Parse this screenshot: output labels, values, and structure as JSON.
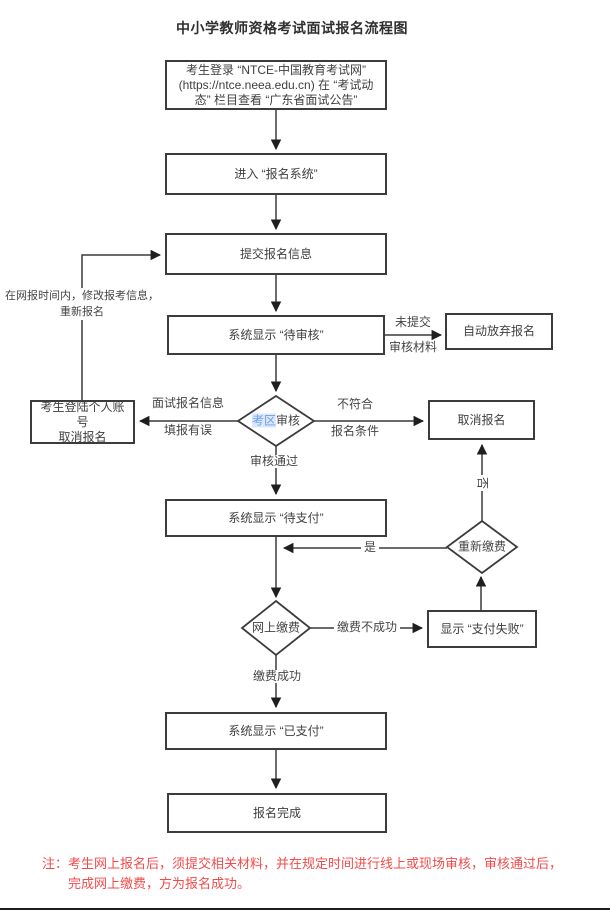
{
  "title": "中小学教师资格考试面试报名流程图",
  "boxes": {
    "login": "考生登录 “NTCE-中国教育考试网” (https://ntce.neea.edu.cn) 在 “考试动态” 栏目查看 “广东省面试公告”",
    "enter_system": "进入 “报名系统”",
    "submit_info": "提交报名信息",
    "pending_review": "系统显示 “待审核”",
    "auto_abandon": "自动放弃报名",
    "cancel_account_line1": "考生登陆个人账号",
    "cancel_account_line2": "取消报名",
    "cancel_signup": "取消报名",
    "pending_pay": "系统显示 “待支付”",
    "pay_failed": "显示 “支付失败”",
    "paid": "系统显示 “已支付”",
    "done": "报名完成"
  },
  "diamonds": {
    "review_highlight": "考区",
    "review_rest": "审核",
    "online_pay": "网上缴费",
    "repay": "重新缴费"
  },
  "edges": {
    "not_submitted_1": "未提交",
    "not_submitted_2": "审核材料",
    "info_error_1": "面试报名信息",
    "info_error_2": "填报有误",
    "not_qualified_1": "不符合",
    "not_qualified_2": "报名条件",
    "approved": "审核通过",
    "modify_1": "在网报时间内，修改报考信息，",
    "modify_2": "重新报名",
    "yes": "是",
    "no": "否",
    "pay_fail": "缴费不成功",
    "pay_success": "缴费成功"
  },
  "note": {
    "line1": "注：考生网上报名后，须提交相关材料，并在规定时间进行线上或现场审核，审核通过后，",
    "line2": "完成网上缴费，方为报名成功。"
  },
  "colors": {
    "line": "#3a3a3a",
    "text": "#404040",
    "note_red": "#f24b4b",
    "highlight_blue": "#6d9eeb"
  }
}
